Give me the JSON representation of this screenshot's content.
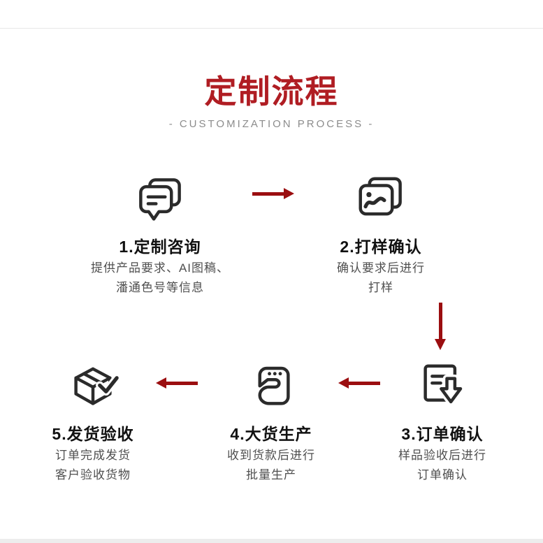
{
  "header": {
    "title": "定制流程",
    "subtitle": "- CUSTOMIZATION PROCESS -"
  },
  "colors": {
    "title_red": "#b01d23",
    "arrow_red": "#9b0e10",
    "icon_ink": "#2b2b2b",
    "subtitle_gray": "#8c8c8c"
  },
  "steps": [
    {
      "title": "1.定制咨询",
      "desc_line1": "提供产品要求、AI图稿、",
      "desc_line2": "潘通色号等信息",
      "icon": "chat-bubbles-icon"
    },
    {
      "title": "2.打样确认",
      "desc_line1": "确认要求后进行",
      "desc_line2": "打样",
      "icon": "sample-photos-icon"
    },
    {
      "title": "3.订单确认",
      "desc_line1": "样品验收后进行",
      "desc_line2": "订单确认",
      "icon": "order-document-download-icon"
    },
    {
      "title": "4.大货生产",
      "desc_line1": "收到货款后进行",
      "desc_line2": "批量生产",
      "icon": "sewing-machine-icon"
    },
    {
      "title": "5.发货验收",
      "desc_line1": "订单完成发货",
      "desc_line2": "客户验收货物",
      "icon": "package-check-icon"
    }
  ],
  "flow": {
    "arrows": [
      "step1-to-step2-right",
      "step2-to-step3-down",
      "step3-to-step4-left",
      "step4-to-step5-left"
    ]
  }
}
